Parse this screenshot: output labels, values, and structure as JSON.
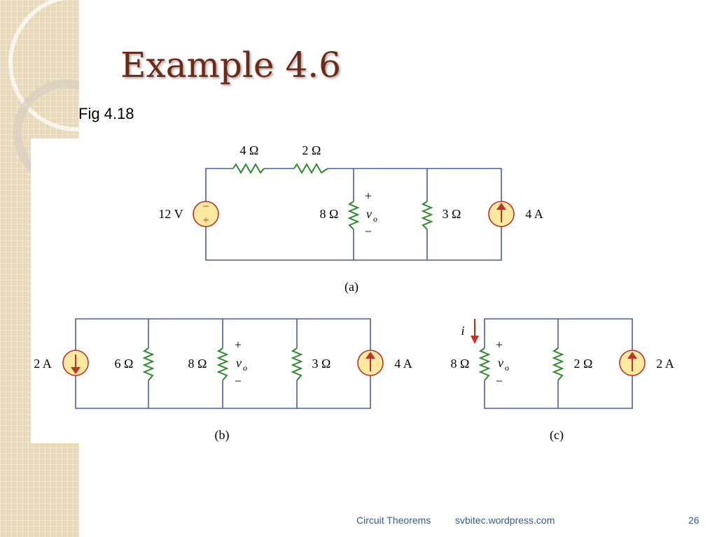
{
  "slide": {
    "title": "Example 4.6",
    "figure_label": "Fig 4.18"
  },
  "circuit_a": {
    "caption": "(a)",
    "r1": "4 Ω",
    "r2": "2 Ω",
    "source_v": "12 V",
    "source_minus": "−",
    "source_plus": "+",
    "r3": "8 Ω",
    "vo_plus": "+",
    "vo": "v",
    "vo_sub": "o",
    "vo_minus": "−",
    "r4": "3 Ω",
    "source_i": "4 A"
  },
  "circuit_b": {
    "caption": "(b)",
    "source_i1": "2 A",
    "r1": "6 Ω",
    "r2": "8 Ω",
    "vo_plus": "+",
    "vo": "v",
    "vo_sub": "o",
    "vo_minus": "−",
    "r3": "3 Ω",
    "source_i2": "4 A"
  },
  "circuit_c": {
    "caption": "(c)",
    "current": "i",
    "r1": "8 Ω",
    "vo_plus": "+",
    "vo": "v",
    "vo_sub": "o",
    "vo_minus": "−",
    "r2": "2 Ω",
    "source_i": "2 A"
  },
  "footer": {
    "topic": "Circuit Theorems",
    "site": "svbitec.wordpress.com",
    "page": "26"
  },
  "colors": {
    "wire": "#4a5f9a",
    "resistor": "#2e8b2e",
    "source_fill": "#fde9a0",
    "source_symbol": "#c0322b",
    "title": "#6b2b16",
    "footer": "#3a5a8a"
  }
}
